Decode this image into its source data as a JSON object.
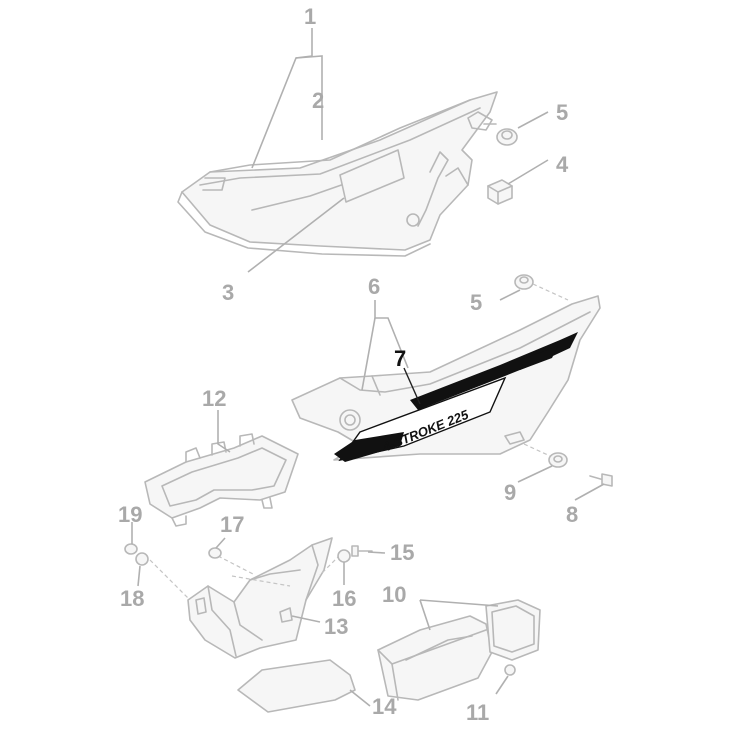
{
  "callouts": {
    "c1": "1",
    "c2": "2",
    "c3": "3",
    "c4": "4",
    "c5a": "5",
    "c5b": "5",
    "c6": "6",
    "c7": "7",
    "c8": "8",
    "c9": "9",
    "c10": "10",
    "c11": "11",
    "c12": "12",
    "c13": "13",
    "c14": "14",
    "c15": "15",
    "c16": "16",
    "c17": "17",
    "c18": "18",
    "c19": "19"
  },
  "decal": {
    "label": "4-STROKE 225"
  },
  "colors": {
    "line": "#b8b8b8",
    "label": "#a9a9a9",
    "highlight": "#111111"
  }
}
